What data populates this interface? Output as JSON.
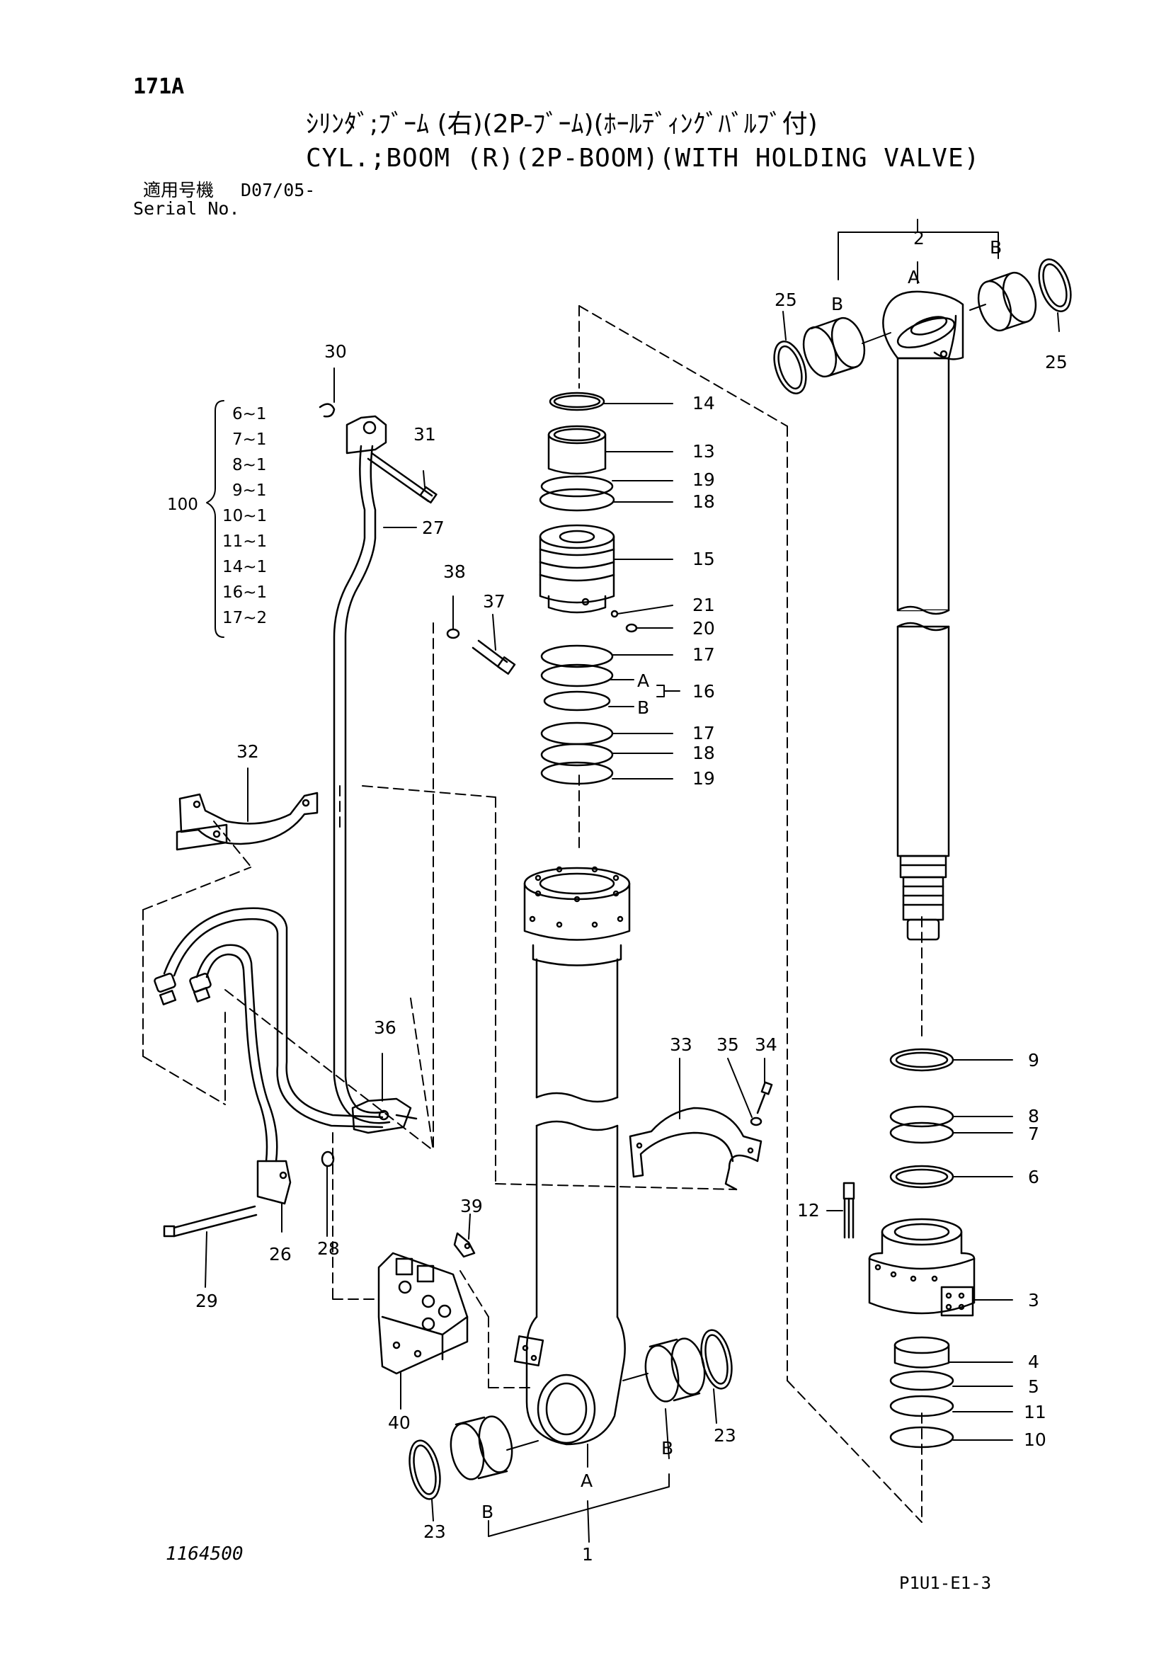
{
  "header": {
    "page_id": "171A",
    "title_ja": "ｼﾘﾝﾀﾞ;ﾌﾞｰﾑ (右)(2P-ﾌﾞｰﾑ)(ﾎｰﾙﾃﾞｨﾝｸﾞﾊﾞﾙﾌﾞ付)",
    "title_en": "CYL.;BOOM (R)(2P-BOOM)(WITH HOLDING VALVE)",
    "serial_label_ja": "適用号機",
    "serial_value": "D07/05-",
    "serial_label_en": "Serial No."
  },
  "kit": {
    "number": "100",
    "items": [
      "6~1",
      "7~1",
      "8~1",
      "9~1",
      "10~1",
      "11~1",
      "14~1",
      "16~1",
      "17~2"
    ]
  },
  "callouts": {
    "n1": "1",
    "n2": "2",
    "n3": "3",
    "n4": "4",
    "n5": "5",
    "n6": "6",
    "n7": "7",
    "n8": "8",
    "n9": "9",
    "n10": "10",
    "n11": "11",
    "n12": "12",
    "n13": "13",
    "n14": "14",
    "n15": "15",
    "n16": "16",
    "n17a": "17",
    "n17b": "17",
    "n18a": "18",
    "n18b": "18",
    "n19a": "19",
    "n19b": "19",
    "n20": "20",
    "n21": "21",
    "n23a": "23",
    "n23b": "23",
    "n25a": "25",
    "n25b": "25",
    "n26": "26",
    "n27": "27",
    "n28": "28",
    "n29": "29",
    "n30": "30",
    "n31": "31",
    "n32": "32",
    "n33": "33",
    "n34": "34",
    "n35": "35",
    "n36": "36",
    "n37": "37",
    "n38": "38",
    "n39": "39",
    "n40": "40",
    "a_16": "A",
    "b_16": "B",
    "a_1": "A",
    "b_1_left": "B",
    "b_1_right": "B",
    "a_2": "A",
    "b_2_left": "B",
    "b_2_right": "B"
  },
  "footer": {
    "drawing_number": "1164500",
    "page_ref": "P1U1-E1-3"
  }
}
